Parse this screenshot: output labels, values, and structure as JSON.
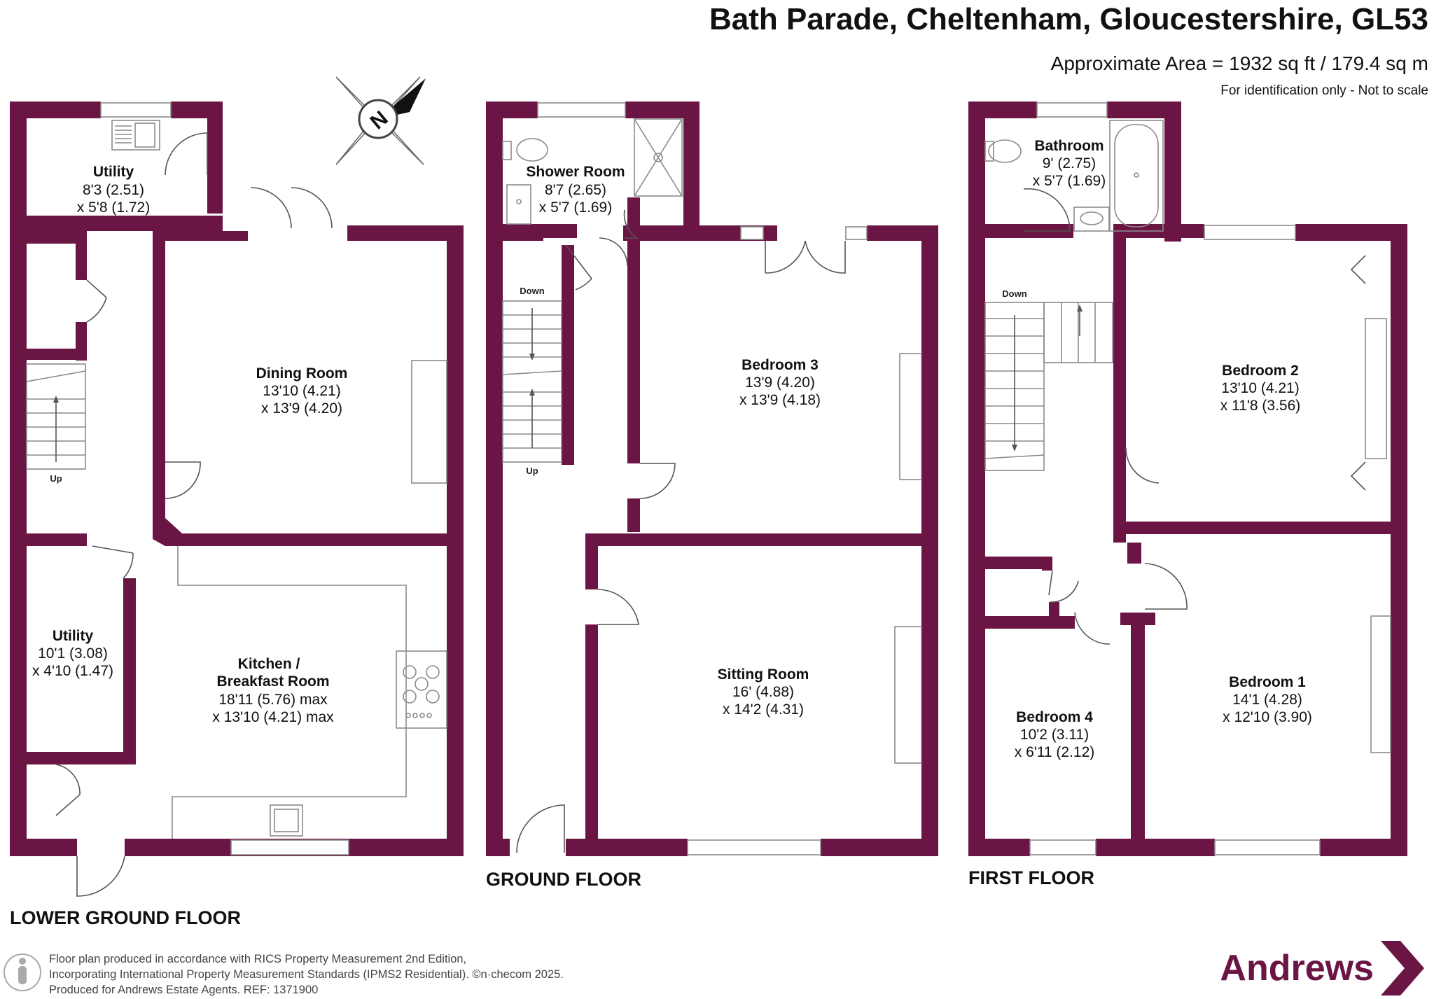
{
  "header": {
    "title": "Bath Parade, Cheltenham, Gloucestershire, GL53",
    "area": "Approximate Area = 1932 sq ft / 179.4 sq m",
    "disclaimer": "For identification only - Not to scale"
  },
  "compass_letter": "N",
  "floors": {
    "lower": "LOWER GROUND FLOOR",
    "ground": "GROUND FLOOR",
    "first": "FIRST FLOOR"
  },
  "rooms": {
    "utility_top": {
      "name": "Utility",
      "dim1": "8'3 (2.51)",
      "dim2": "x 5'8 (1.72)"
    },
    "dining": {
      "name": "Dining Room",
      "dim1": "13'10 (4.21)",
      "dim2": "x 13'9 (4.20)"
    },
    "utility_left": {
      "name": "Utility",
      "dim1": "10'1 (3.08)",
      "dim2": "x 4'10 (1.47)"
    },
    "kitchen": {
      "name1": "Kitchen /",
      "name2": "Breakfast Room",
      "dim1": "18'11 (5.76) max",
      "dim2": "x 13'10 (4.21) max"
    },
    "shower": {
      "name": "Shower Room",
      "dim1": "8'7 (2.65)",
      "dim2": "x 5'7 (1.69)"
    },
    "bedroom3": {
      "name": "Bedroom 3",
      "dim1": "13'9 (4.20)",
      "dim2": "x 13'9 (4.18)"
    },
    "sitting": {
      "name": "Sitting Room",
      "dim1": "16' (4.88)",
      "dim2": "x 14'2 (4.31)"
    },
    "bathroom": {
      "name": "Bathroom",
      "dim1": "9' (2.75)",
      "dim2": "x 5'7 (1.69)"
    },
    "bedroom2": {
      "name": "Bedroom 2",
      "dim1": "13'10 (4.21)",
      "dim2": "x 11'8 (3.56)"
    },
    "bedroom1": {
      "name": "Bedroom 1",
      "dim1": "14'1 (4.28)",
      "dim2": "x 12'10 (3.90)"
    },
    "bedroom4": {
      "name": "Bedroom 4",
      "dim1": "10'2 (3.11)",
      "dim2": "x 6'11 (2.12)"
    }
  },
  "stair_labels": {
    "lower_up": "Up",
    "ground_down": "Down",
    "ground_up": "Up",
    "first_down": "Down"
  },
  "footer": {
    "line1": "Floor plan produced in accordance with RICS Property Measurement 2nd Edition,",
    "line2": "Incorporating International Property Measurement Standards (IPMS2 Residential).   ©n·checom 2025.",
    "line3": "Produced for Andrews Estate Agents.   REF: 1371900"
  },
  "brand": {
    "name": "Andrews",
    "color": "#6b1545"
  },
  "icons": [
    "compass-icon",
    "accessibility-icon",
    "brand-chevron-icon"
  ]
}
